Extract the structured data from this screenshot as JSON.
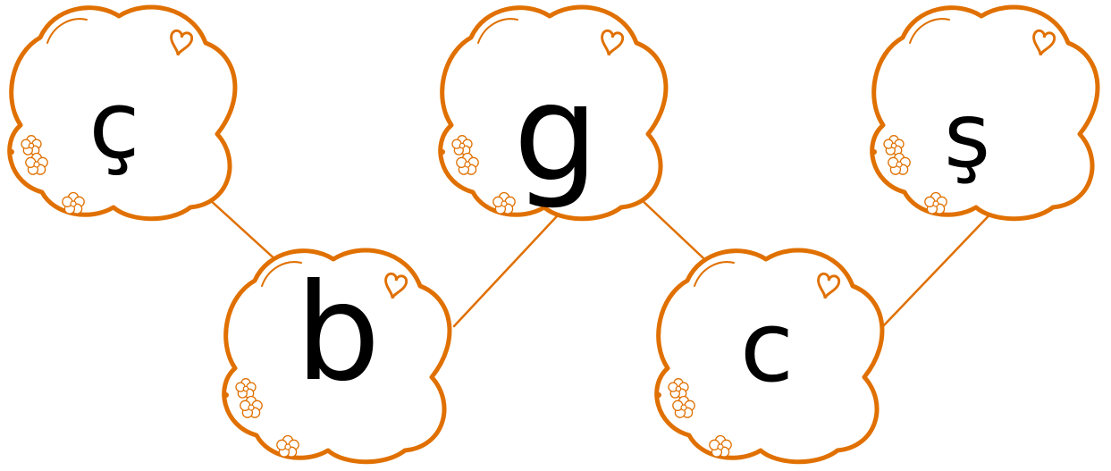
{
  "colors": {
    "outline": "#E07000",
    "letter": "#000000",
    "background": "#FFFFFF"
  },
  "icons": {
    "cloud": "cloud-shape",
    "heart": "heart-icon",
    "flower": "flower-icon"
  },
  "clouds": [
    {
      "id": "c1",
      "letter": "ç"
    },
    {
      "id": "c2",
      "letter": "g"
    },
    {
      "id": "c3",
      "letter": "ş"
    },
    {
      "id": "c4",
      "letter": "b"
    },
    {
      "id": "c5",
      "letter": "c"
    }
  ],
  "connections": [
    [
      "c1",
      "c4"
    ],
    [
      "c4",
      "c2"
    ],
    [
      "c2",
      "c5"
    ],
    [
      "c5",
      "c3"
    ]
  ]
}
